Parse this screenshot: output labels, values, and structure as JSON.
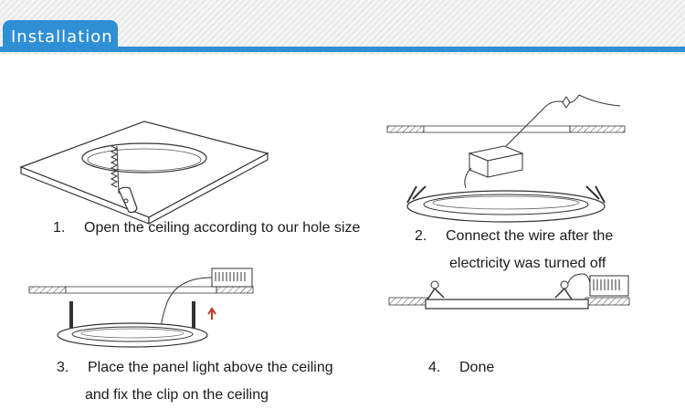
{
  "header": {
    "title": "Installation",
    "accent_color": "#2f8fd5"
  },
  "steps": [
    {
      "number": "1.",
      "lines": [
        "Open the ceiling according to our hole size"
      ]
    },
    {
      "number": "2.",
      "lines": [
        "Connect the wire after the",
        "electricity was turned off"
      ]
    },
    {
      "number": "3.",
      "lines": [
        "Place the panel light above the ceiling",
        "and fix the clip on the ceiling"
      ]
    },
    {
      "number": "4.",
      "lines": [
        "Done"
      ]
    }
  ],
  "figures": [
    {
      "step": "1.",
      "icon": "ceiling-saw-diagram-icon"
    },
    {
      "step": "2.",
      "icon": "wire-connection-diagram-icon"
    },
    {
      "step": "3.",
      "icon": "panel-clip-diagram-icon"
    },
    {
      "step": "4.",
      "icon": "installed-panel-diagram-icon"
    }
  ]
}
